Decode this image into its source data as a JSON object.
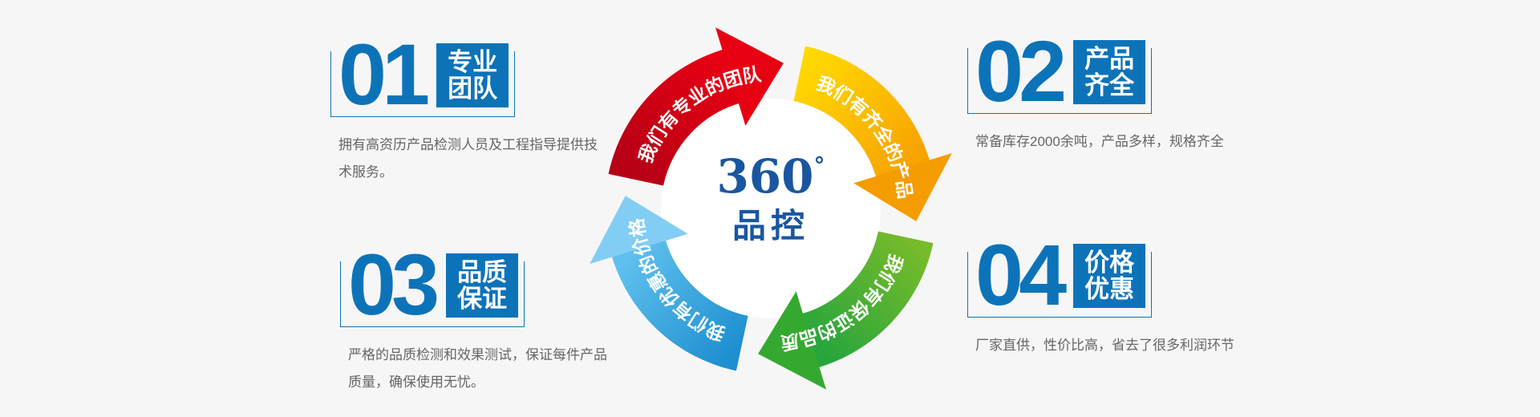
{
  "colors": {
    "background": "#f6f6f6",
    "accent_blue": "#0d73b9",
    "center_blue": "#1a56a0",
    "description_gray": "#666666",
    "ring_label_white": "#ffffff",
    "inner_circle": "#ffffff"
  },
  "center": {
    "number": "360",
    "degree_symbol": "°",
    "label": "品控"
  },
  "ring": {
    "segments": [
      {
        "id": "red",
        "label": "我们有专业的团队",
        "start_color": "#b50016",
        "end_color": "#e60012",
        "head_color": "#e60012"
      },
      {
        "id": "yellow",
        "label": "我们有齐全的产品",
        "start_color": "#ffd800",
        "end_color": "#f8a300",
        "head_color": "#f59c00"
      },
      {
        "id": "green",
        "label": "我们有保证的品质",
        "start_color": "#76bb2a",
        "end_color": "#27a53d",
        "head_color": "#35a92f"
      },
      {
        "id": "blue",
        "label": "我们有优惠的价格",
        "start_color": "#1e8fd0",
        "end_color": "#5fc0ee",
        "head_color": "#82cdf3"
      }
    ]
  },
  "features": [
    {
      "number": "01",
      "title_line1": "专业",
      "title_line2": "团队",
      "description": "拥有高资历产品检测人员及工程指导提供技术服务。"
    },
    {
      "number": "02",
      "title_line1": "产品",
      "title_line2": "齐全",
      "description": "常备库存2000余吨，产品多样，规格齐全"
    },
    {
      "number": "03",
      "title_line1": "品质",
      "title_line2": "保证",
      "description": "严格的品质检测和效果测试，保证每件产品质量，确保使用无忧。"
    },
    {
      "number": "04",
      "title_line1": "价格",
      "title_line2": "优惠",
      "description": "厂家直供，性价比高，省去了很多利润环节"
    }
  ]
}
